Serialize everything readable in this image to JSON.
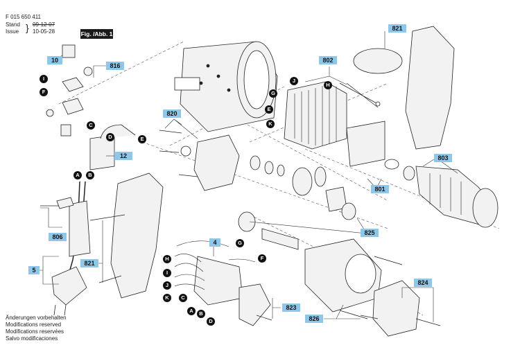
{
  "header": {
    "doc_number": "F 015 650 411",
    "stand_label": "Stand",
    "stand_date_struck": "09-12-07",
    "issue_label": "Issue",
    "issue_date": "10-05-28",
    "figure_label": "Fig. /Abb. 1"
  },
  "part_tags": {
    "p10": "10",
    "p816": "816",
    "p12": "12",
    "p806": "806",
    "p5": "5",
    "p821_top": "821",
    "p821_left": "821",
    "p820": "820",
    "p802": "802",
    "p803": "803",
    "p801": "801",
    "p825": "825",
    "p4": "4",
    "p823": "823",
    "p824": "824",
    "p826": "826"
  },
  "callouts": {
    "I_left": "I",
    "F_left": "F",
    "C_top": "C",
    "D_top": "D",
    "E_left": "E",
    "A_cord": "A",
    "B_cord": "B",
    "J_arm": "J",
    "H_arm": "H",
    "G_arm": "G",
    "E_arm": "E",
    "K_arm": "K",
    "G_sw": "G",
    "H_sw": "H",
    "I_sw": "I",
    "J_sw": "J",
    "K_sw": "K",
    "F_sw": "F",
    "C_sw": "C",
    "A_sw": "A",
    "B_sw": "B",
    "D_sw": "D"
  },
  "footer": {
    "line1": "Änderungen vorbehalten",
    "line2": "Modifications reserved",
    "line3": "Modifications reservées",
    "line4": "Salvo modificaciones"
  },
  "colors": {
    "tag_fill": "#8fc7e8",
    "ink": "#222222",
    "part_fill": "#f2f2f2"
  }
}
